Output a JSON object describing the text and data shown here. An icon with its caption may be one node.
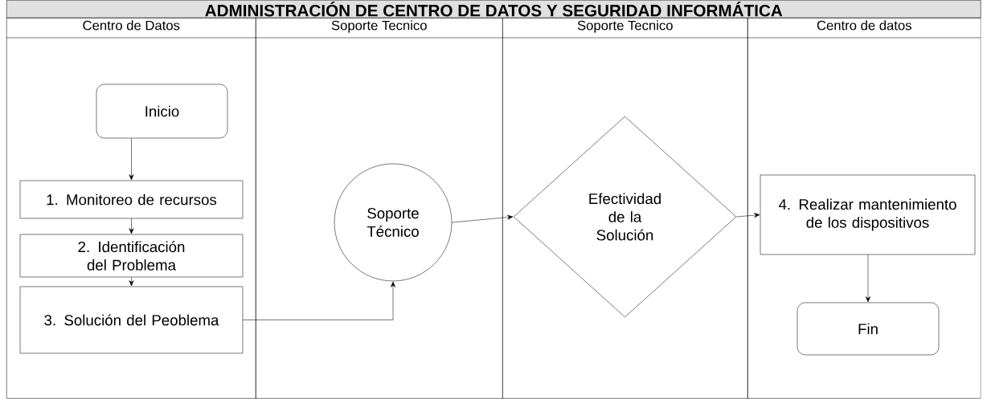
{
  "diagram": {
    "title": "ADMINISTRACIÓN DE CENTRO DE DATOS Y SEGURIDAD INFORMÁTICA",
    "nodes": [
      {
        "text": [
          "Centro de Datos"
        ]
      },
      {
        "text": [
          "Soporte Tecnico"
        ]
      },
      {
        "text": [
          "Soporte Tecnico"
        ]
      },
      {
        "text": [
          "Centro de datos"
        ]
      },
      {
        "text": [
          "Inicio"
        ],
        "in": 0
      },
      {
        "text": [
          "1. Monitoreo  de recursos"
        ],
        "in": 0
      },
      {
        "text": [
          "2. Identificación del Problema"
        ],
        "in": 0
      },
      {
        "text": [
          "3. Solución del Peoblema"
        ],
        "in": 0
      },
      {
        "text": [
          "Soporte Técnico"
        ],
        "in": 1
      },
      {
        "text": [
          "Efectividad de la Solución"
        ],
        "in": 2
      },
      {
        "text": [
          "4. Realizar mantenimiento de los dispositivos"
        ],
        "in": 3
      },
      {
        "text": [
          "Fin"
        ],
        "in": 3
      }
    ],
    "edges": [
      {
        "from": 4,
        "to": 5,
        "arrow": "to"
      },
      {
        "from": 5,
        "to": 6,
        "arrow": "to"
      },
      {
        "from": 6,
        "to": 7,
        "arrow": "to"
      },
      {
        "from": 7,
        "to": 8,
        "arrow": "to"
      },
      {
        "from": 8,
        "to": 9,
        "arrow": "to"
      },
      {
        "from": 9,
        "to": 10,
        "arrow": "to"
      },
      {
        "from": 10,
        "to": 11,
        "arrow": "to"
      }
    ]
  }
}
